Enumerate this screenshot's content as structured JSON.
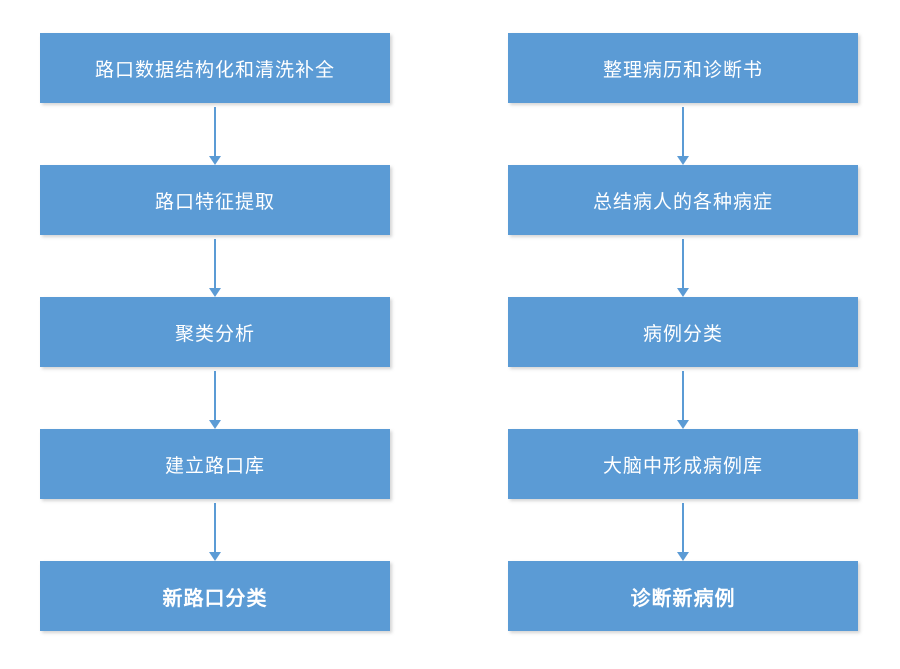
{
  "flow": {
    "left": {
      "steps": [
        "路口数据结构化和清洗补全",
        "路口特征提取",
        "聚类分析",
        "建立路口库",
        "新路口分类"
      ]
    },
    "right": {
      "steps": [
        "整理病历和诊断书",
        "总结病人的各种病症",
        "病例分类",
        "大脑中形成病例库",
        "诊断新病例"
      ]
    },
    "colors": {
      "box_fill": "#5B9BD5",
      "arrow": "#5B9BD5",
      "text": "#FFFFFF",
      "background": "#FFFFFF"
    }
  }
}
